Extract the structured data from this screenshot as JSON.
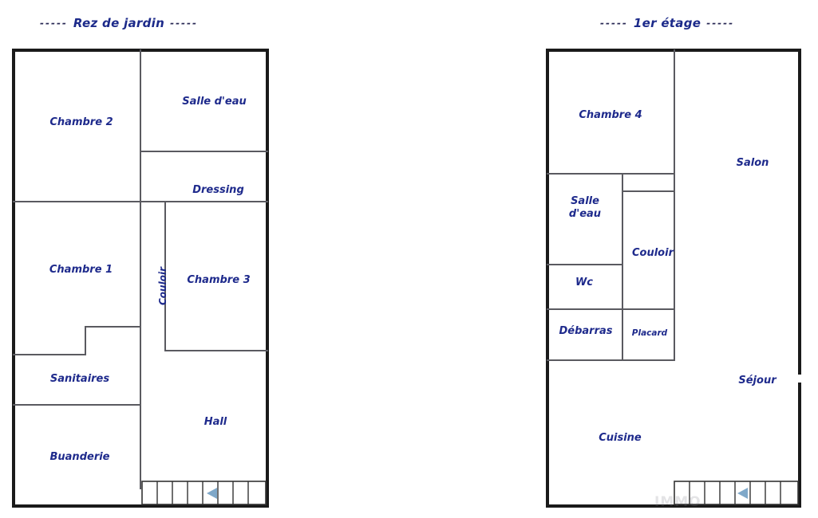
{
  "document": {
    "type": "floor-plan",
    "language": "fr",
    "background_color": "#ffffff",
    "wall_color": "#1a1a1a",
    "inner_wall_color": "#555555",
    "label_color": "#1e2a8c",
    "stair_arrow_color": "#7fa8c9"
  },
  "floors": [
    {
      "id": "rez-de-jardin",
      "title": "Rez de jardin",
      "title_dash_left": "-----",
      "title_dash_right": "-----",
      "rooms": [
        {
          "name": "Chambre 2",
          "label": "Chambre 2"
        },
        {
          "name": "Salle d'eau",
          "label": "Salle d'eau"
        },
        {
          "name": "Dressing",
          "label": "Dressing"
        },
        {
          "name": "Chambre 1",
          "label": "Chambre 1"
        },
        {
          "name": "Couloir",
          "label": "Couloir"
        },
        {
          "name": "Chambre 3",
          "label": "Chambre 3"
        },
        {
          "name": "Sanitaires",
          "label": "Sanitaires"
        },
        {
          "name": "Hall",
          "label": "Hall"
        },
        {
          "name": "Buanderie",
          "label": "Buanderie"
        }
      ],
      "stairs": {
        "steps": 8,
        "direction_icon": "left-triangle-arrow"
      }
    },
    {
      "id": "1er-etage",
      "title": "1er étage",
      "title_dash_left": "-----",
      "title_dash_right": "-----",
      "rooms": [
        {
          "name": "Chambre 4",
          "label": "Chambre 4"
        },
        {
          "name": "Salon",
          "label": "Salon"
        },
        {
          "name": "Salle d'eau",
          "label_line1": "Salle",
          "label_line2": "d'eau"
        },
        {
          "name": "Couloir",
          "label": "Couloir"
        },
        {
          "name": "Wc",
          "label": "Wc"
        },
        {
          "name": "Débarras",
          "label": "Débarras"
        },
        {
          "name": "Placard",
          "label": "Placard"
        },
        {
          "name": "Séjour",
          "label": "Séjour"
        },
        {
          "name": "Cuisine",
          "label": "Cuisine"
        }
      ],
      "stairs": {
        "steps": 8,
        "direction_icon": "left-triangle-arrow"
      }
    }
  ],
  "watermark": {
    "text": "IMMO"
  }
}
